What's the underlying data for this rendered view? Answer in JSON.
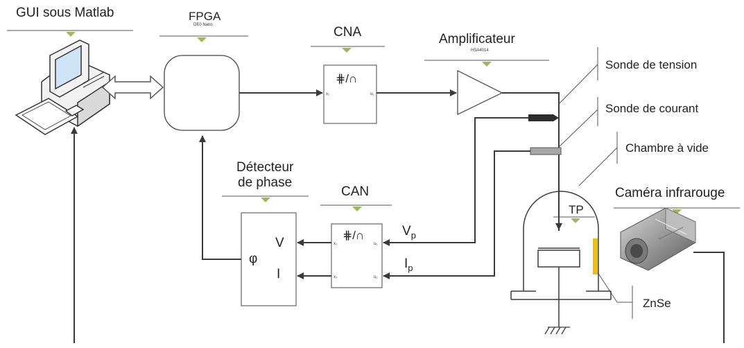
{
  "labels": {
    "gui": "GUI sous Matlab",
    "fpga": "FPGA",
    "fpga_sub": "DE0 Nano",
    "cna": "CNA",
    "amp": "Amplificateur",
    "amp_sub": "HSA4014",
    "sonde_tension": "Sonde de tension",
    "sonde_courant": "Sonde de courant",
    "chambre": "Chambre à vide",
    "camera": "Caméra infrarouge",
    "detecteur_1": "Détecteur",
    "detecteur_2": "de phase",
    "can": "CAN",
    "tp": "TP",
    "znse": "ZnSe",
    "phi": "φ",
    "v": "V",
    "i": "I",
    "vp": "V",
    "vp_sub": "p",
    "ip": "I",
    "ip_sub": "p",
    "conv_symbol": "⋕/∩",
    "x1": "x₁",
    "x2": "x₂",
    "u1": "u₁",
    "u2": "u₂"
  },
  "icons": [
    "computer-icon",
    "camera-icon",
    "ground-icon",
    "double-arrow-icon",
    "amplifier-triangle-icon"
  ],
  "colors": {
    "line": "#3a3a3a",
    "marker": "#9bbb59",
    "znse": "#f0c000",
    "probe_dark": "#2d2d2d",
    "probe_light": "#a6a6a6"
  }
}
